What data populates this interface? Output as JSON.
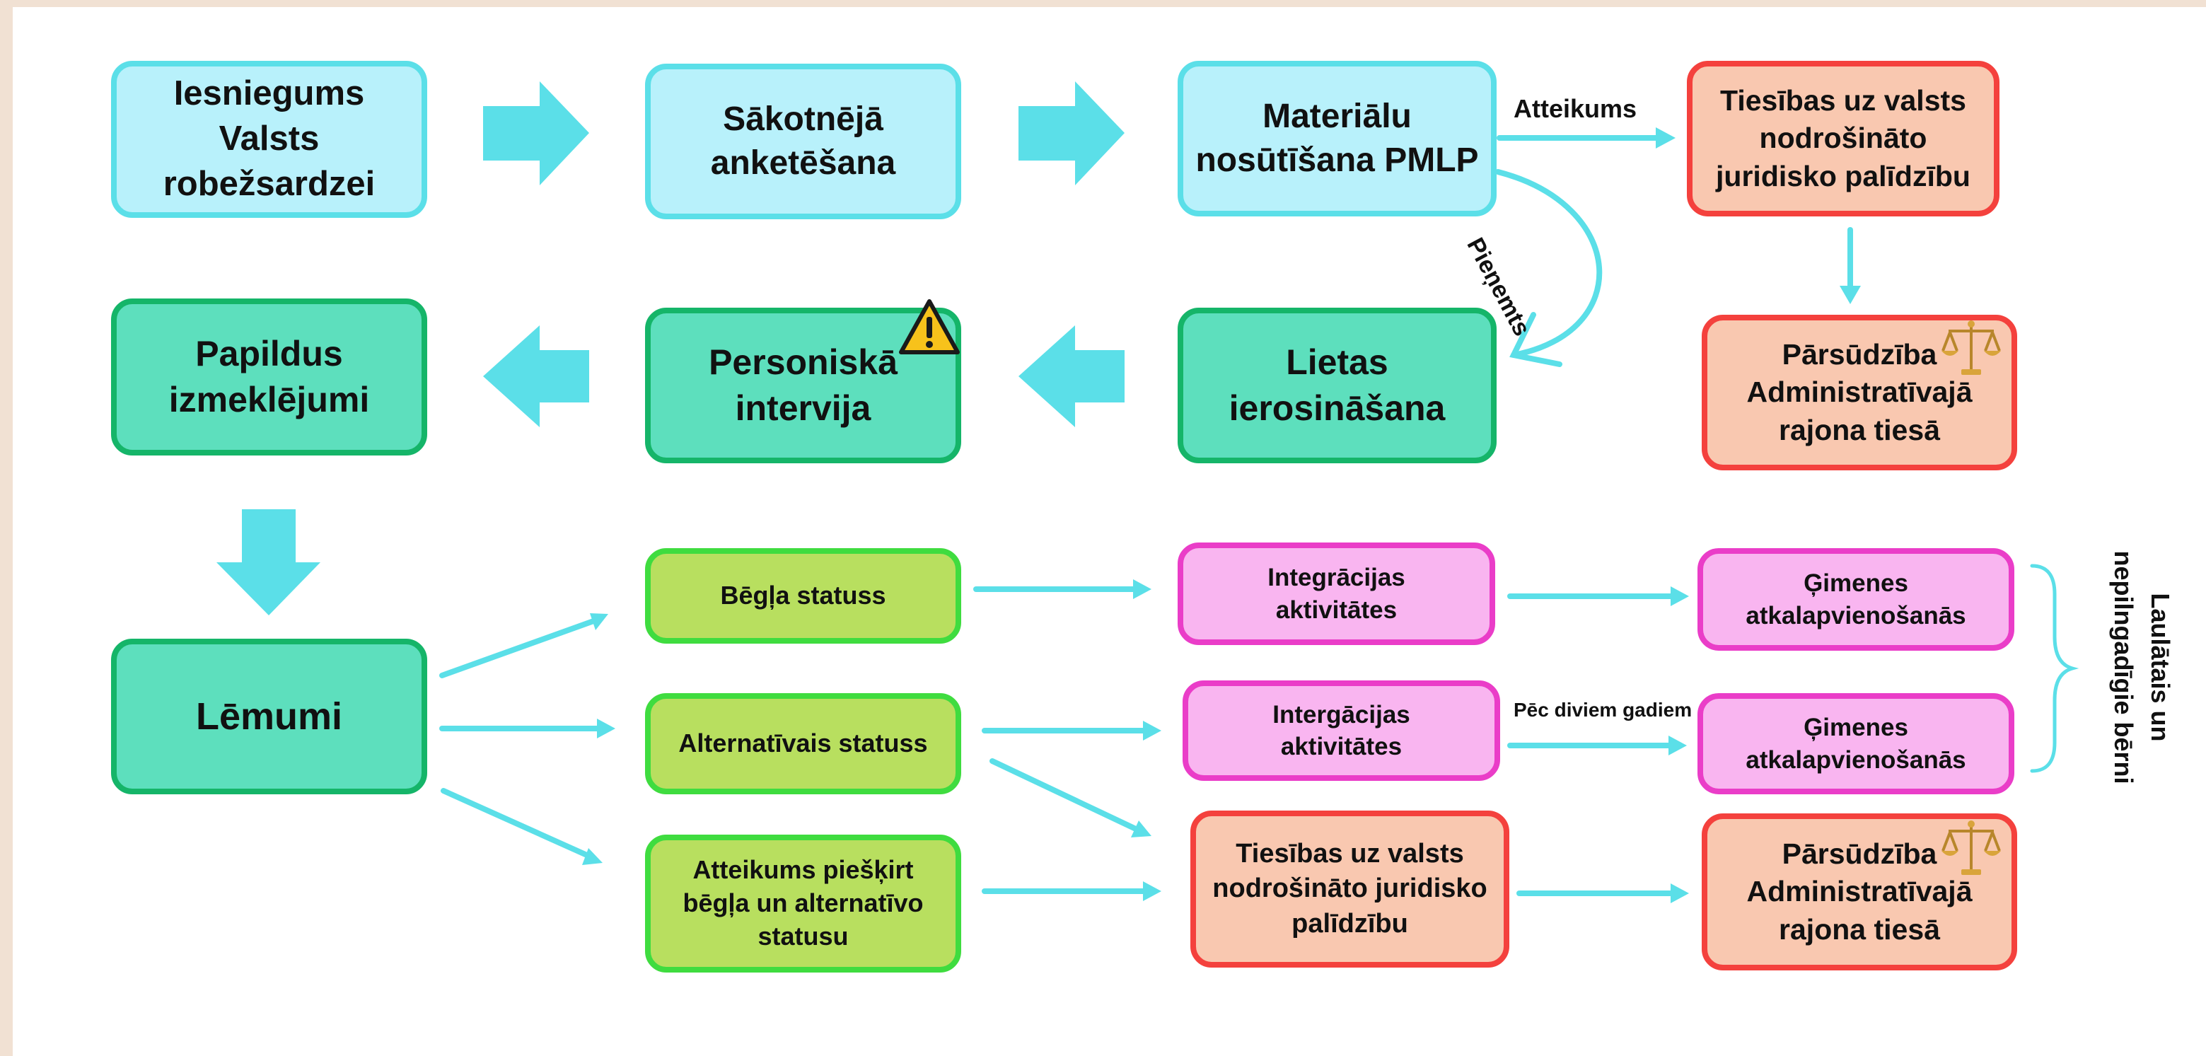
{
  "colors": {
    "background": "#f1e1d3",
    "arrow": "#5bdfe8",
    "blue_fill": "#b8f1fb",
    "teal_fill": "#5ddfbd",
    "lime_fill": "#b8df5f",
    "pink_fill": "#f9b5f0",
    "salmon_fill": "#f9c8b0",
    "warning": "#f7c21b"
  },
  "row1": {
    "submission": "Iesniegums\nValsts\nrobežsardzei",
    "questioning": "Sākotnējā\nanketēšana",
    "materials": "Materiālu\nnosūtīšana PMLP",
    "legal_aid": "Tiesības uz valsts\nnodrošināto\njuridisko palīdzību"
  },
  "row2": {
    "additional": "Papildus\nizmeklējumi",
    "interview": "Personiskā\nintervija",
    "initiation": "Lietas\nierosināšana",
    "appeal": "Pārsūdzība\nAdministratīvajā\nrajona tiesā"
  },
  "decisions": "Lēmumi",
  "statuses": {
    "refugee": "Bēgļa statuss",
    "alternative": "Alternatīvais statuss",
    "refusal": "Atteikums piešķirt\nbēgļa un alternatīvo\nstatusu"
  },
  "integration": {
    "first": "Integrācijas\naktivitātes",
    "second": "Intergācijas\naktivitātes"
  },
  "reunification": {
    "first": "Ģimenes\natkalapvienošanās",
    "second": "Ģimenes\natkalapvienošanās"
  },
  "refusal_path": {
    "legal_aid": "Tiesības uz valsts\nnodrošināto juridisko\npalīdzību",
    "appeal": "Pārsūdzība\nAdministratīvajā\nrajona tiesā"
  },
  "labels": {
    "refusal": "Atteikums",
    "accepted": "Pieņemts",
    "after_two_years": "Pēc diviem gadiem",
    "family_note": "Laulātais un\nnepilngadīgie bērni"
  },
  "icons": [
    "warning-icon",
    "scales-icon"
  ]
}
